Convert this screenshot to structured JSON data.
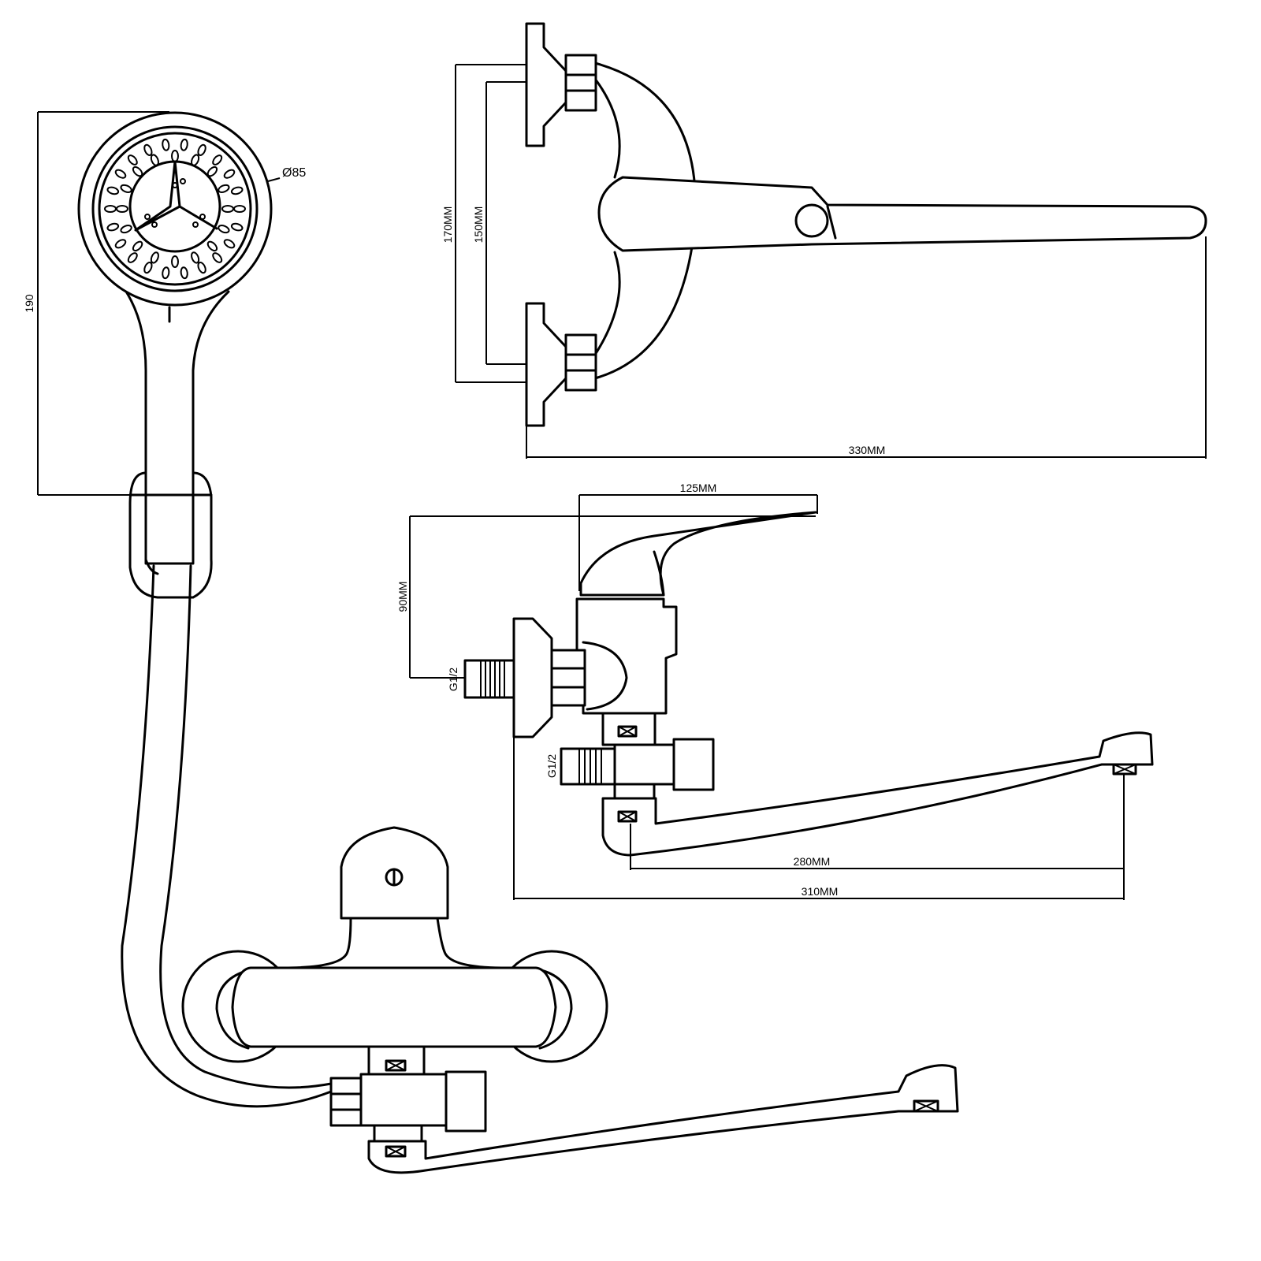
{
  "title": "Bath mixer with shower set - dimension drawing",
  "dimensions": {
    "handset_height": "190",
    "handset_diameter": "Ø85",
    "inlet_outer": "170MM",
    "inlet_inner": "150MM",
    "top_total_length": "330MM",
    "lever_length": "125MM",
    "body_height": "90MM",
    "inlet_thread": "G1/2",
    "outlet_thread": "G1/2",
    "spout_reach": "280MM",
    "total_reach": "310MM"
  }
}
